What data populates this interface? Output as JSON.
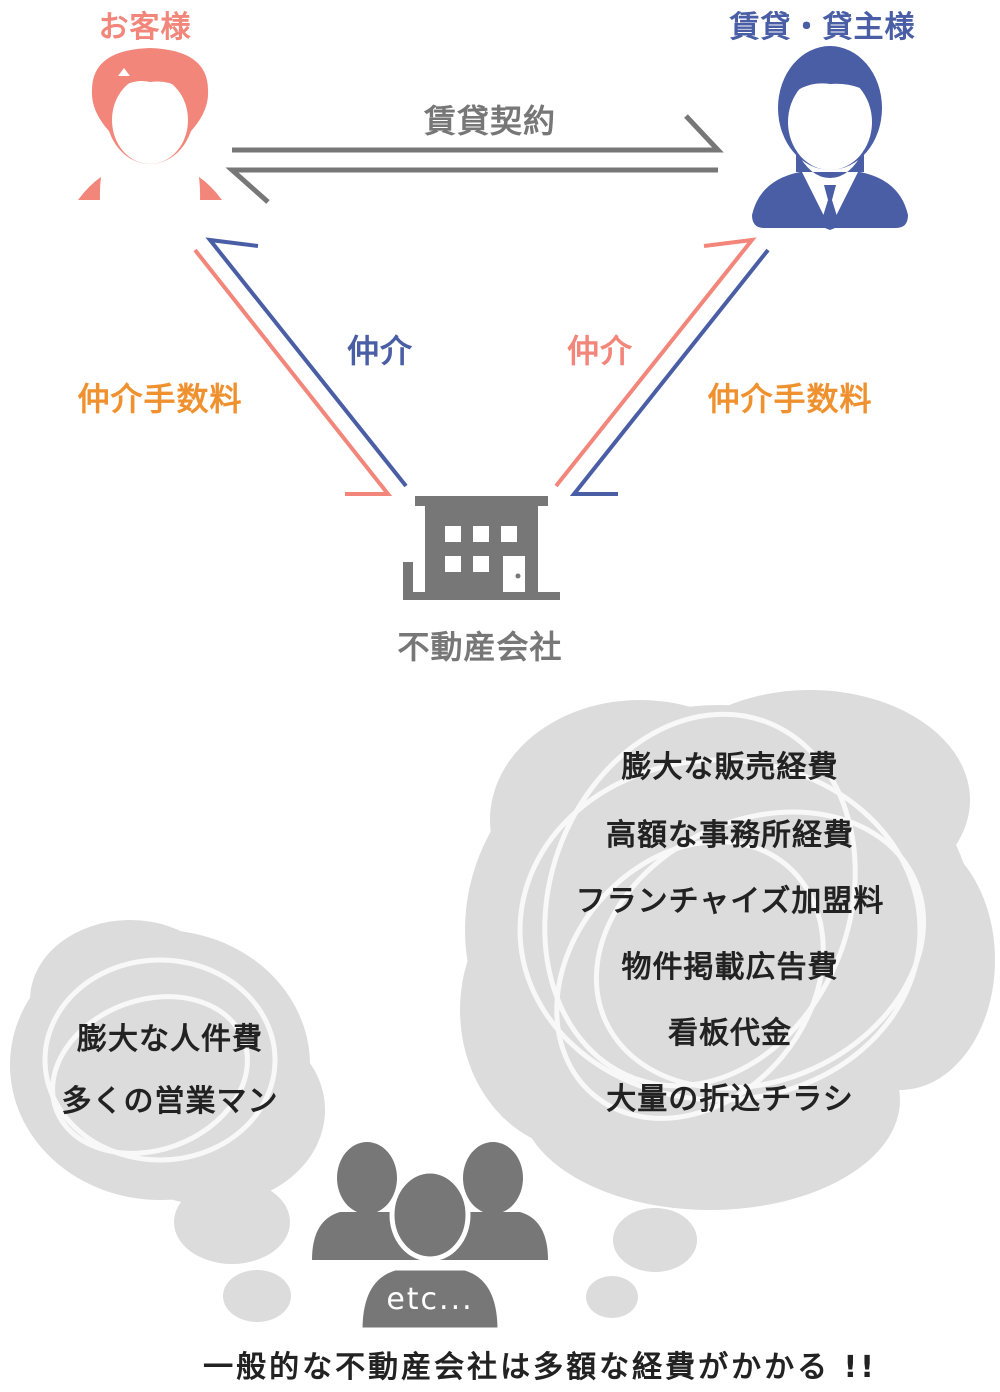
{
  "diagram": {
    "customer_label": "お客様",
    "landlord_label": "賃貸・貸主様",
    "contract_label": "賃貸契約",
    "mediation_left": "仲介",
    "mediation_right": "仲介",
    "fee_left": "仲介手数料",
    "fee_right": "仲介手数料",
    "company_label": "不動産会社",
    "colors": {
      "customer": "#f2867a",
      "landlord": "#4a5ea5",
      "fee": "#f0912f",
      "gray": "#777777",
      "cloud": "#dcdcdc"
    }
  },
  "costs": {
    "left_items": [
      "膨大な人件費",
      "多くの営業マン"
    ],
    "right_items": [
      "膨大な販売経費",
      "高額な事務所経費",
      "フランチャイズ加盟料",
      "物件掲載広告費",
      "看板代金",
      "大量の折込チラシ"
    ],
    "etc_label": "etc...",
    "caption": "一般的な不動産会社は多額な経費がかかる !!"
  }
}
